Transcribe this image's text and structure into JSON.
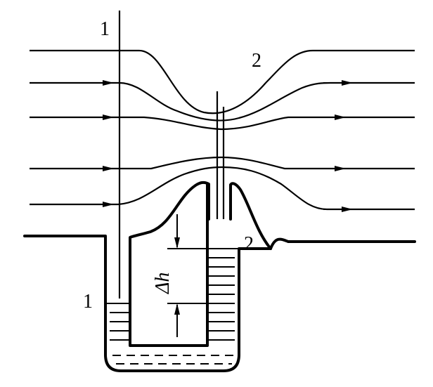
{
  "labels": {
    "section_1_top": "1",
    "section_2_top": "2",
    "section_2_side": "2",
    "section_1_side": "1",
    "delta_h": "Δh"
  },
  "colors": {
    "ink": "#000000",
    "background": "#ffffff"
  }
}
